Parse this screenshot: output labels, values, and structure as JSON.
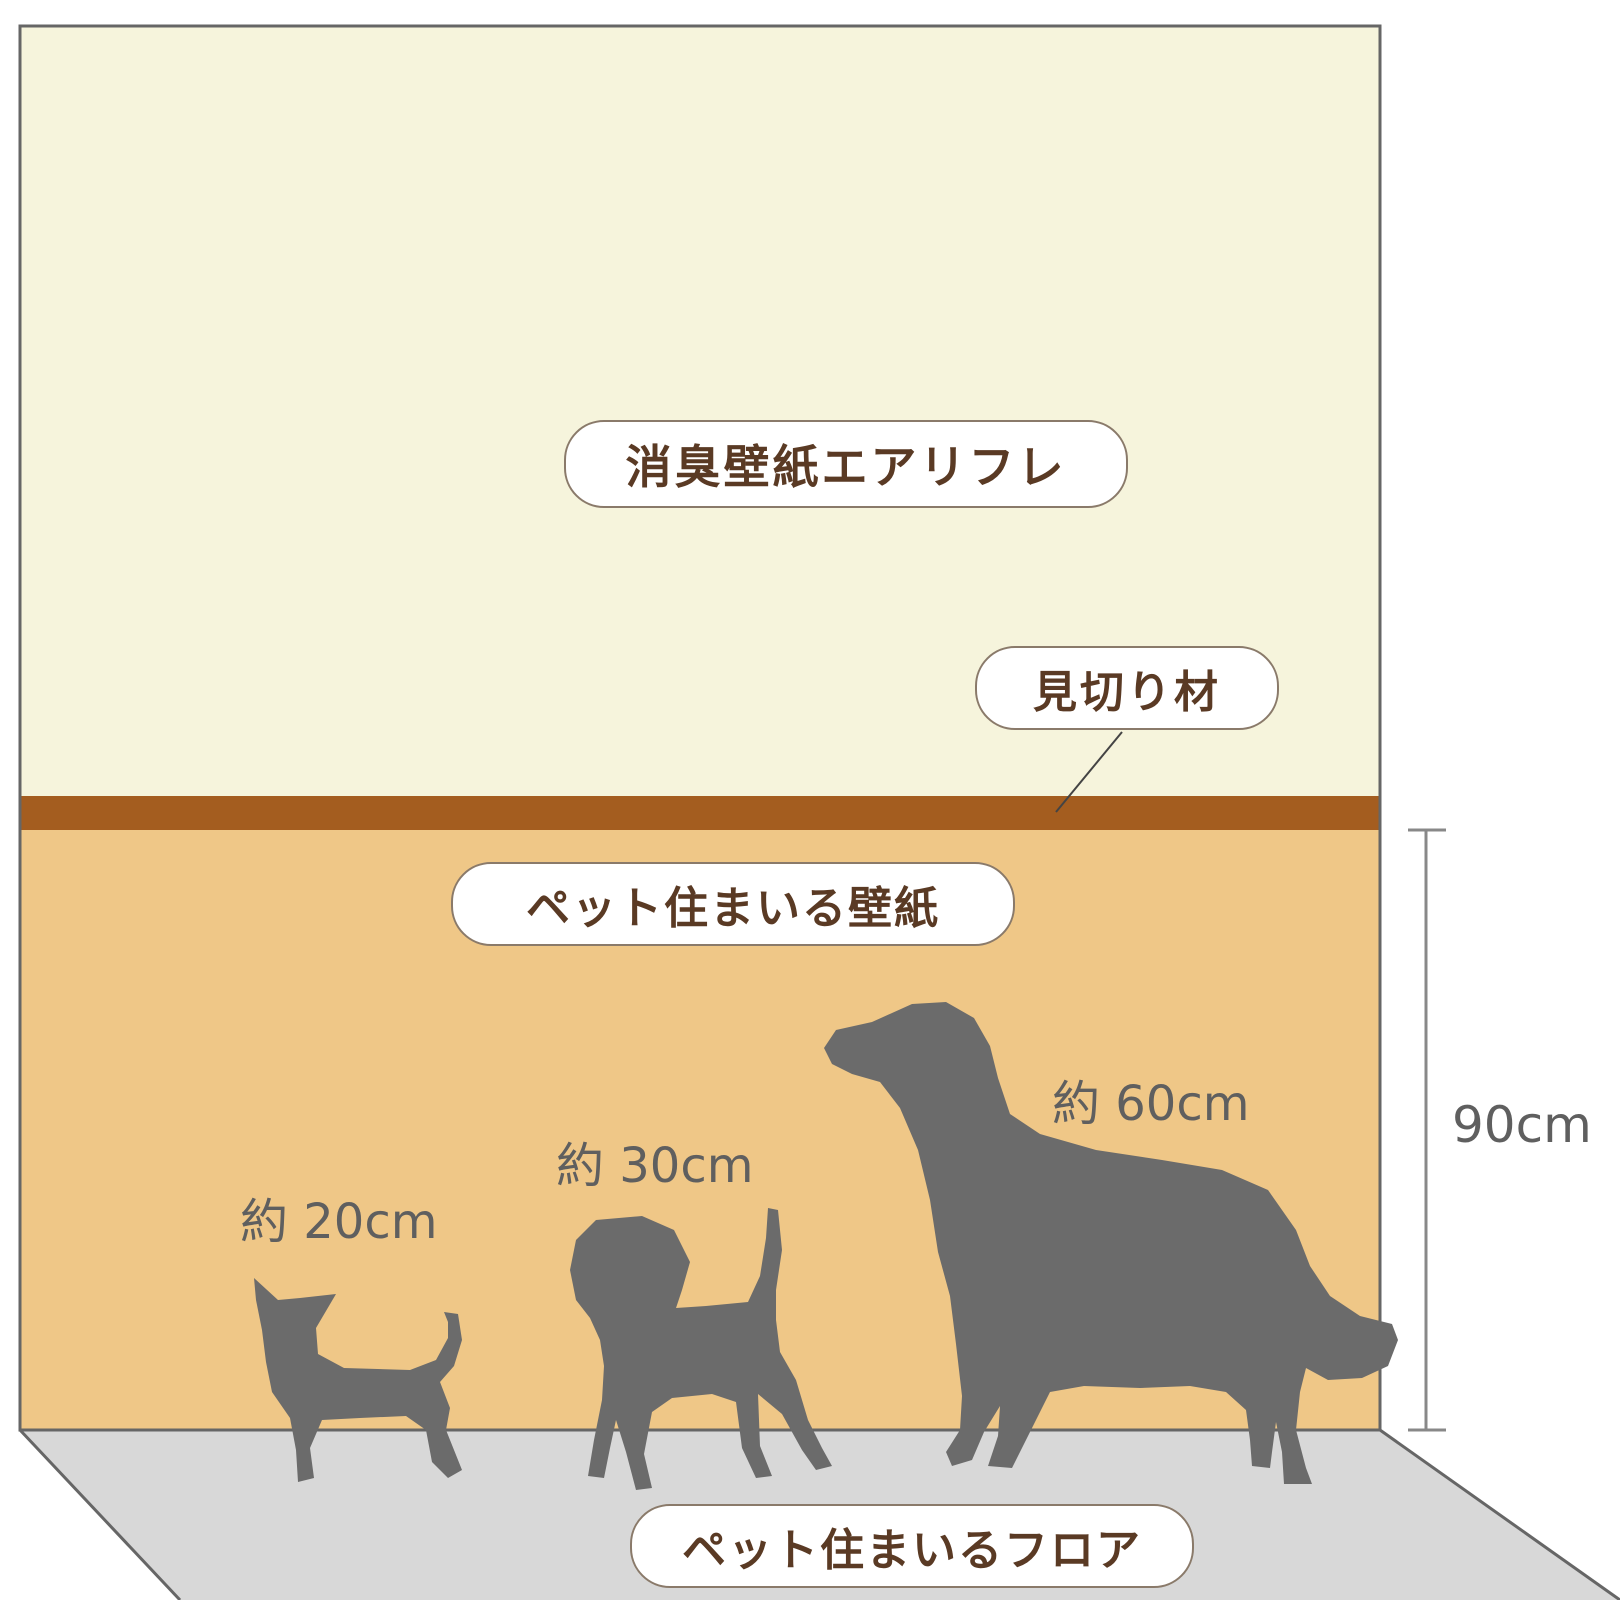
{
  "labels": {
    "upper_wallpaper": "消臭壁紙エアリフレ",
    "trim": "見切り材",
    "lower_wallpaper": "ペット住まいる壁紙",
    "floor": "ペット住まいるフロア"
  },
  "measurements": {
    "small_dog": "約 20cm",
    "medium_dog": "約 30cm",
    "large_dog": "約 60cm",
    "wainscot_height": "90cm"
  },
  "colors": {
    "upper_wall": "#f6f4dc",
    "trim": "#a45d1f",
    "lower_wall": "#efc787",
    "floor": "#d8d8d8",
    "dog_silhouette": "#6b6b6b",
    "label_text": "#5a3a24"
  },
  "icons": [
    "small-dog-icon",
    "medium-dog-icon",
    "large-dog-icon"
  ]
}
